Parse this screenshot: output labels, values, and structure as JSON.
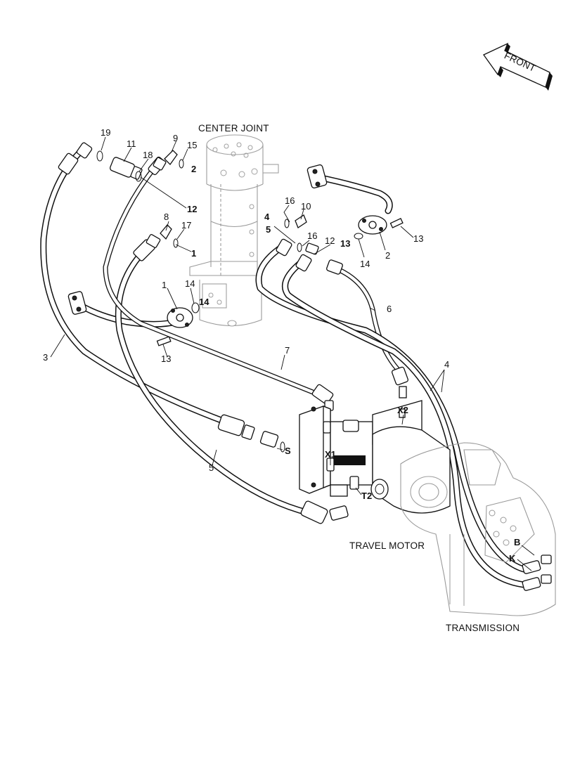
{
  "labels": {
    "front": "FRONT",
    "center_joint": "CENTER JOINT",
    "travel_motor": "TRAVEL MOTOR",
    "transmission": "TRANSMISSION"
  },
  "callouts": {
    "c19": "19",
    "c11": "11",
    "c18": "18",
    "c9": "9",
    "c15": "15",
    "c2a": "2",
    "c12a": "12",
    "c16a": "16",
    "c10": "10",
    "c4a": "4",
    "c5a": "5",
    "c16b": "16",
    "c12b": "12",
    "c13a": "13",
    "c13b": "13",
    "c2b": "2",
    "c14a": "14",
    "c8": "8",
    "c17": "17",
    "c1a": "1",
    "c1b": "1",
    "c14b": "14",
    "c14c": "14",
    "c13c": "13",
    "c3": "3",
    "c7": "7",
    "c6": "6",
    "c4b": "4",
    "cX2": "X2",
    "cX1": "X1",
    "cS": "S",
    "cT2": "T2",
    "c5b": "5",
    "cB": "B",
    "cK": "K"
  }
}
